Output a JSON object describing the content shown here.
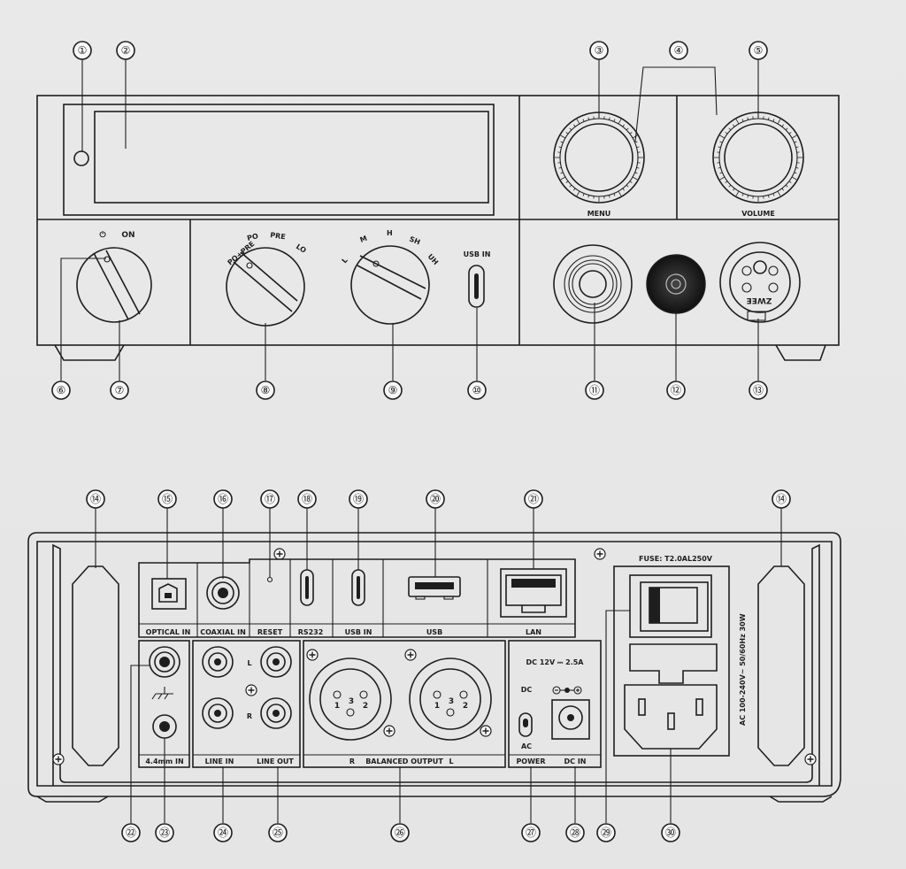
{
  "front": {
    "knob_labels": {
      "menu": "MENU",
      "volume": "VOLUME"
    },
    "power_labels": {
      "standby": "⏻",
      "on": "ON"
    },
    "output_mode_labels": [
      "PO+PRE",
      "PO",
      "PRE",
      "LO"
    ],
    "gain_labels": [
      "L",
      "M",
      "H",
      "SH",
      "UH"
    ],
    "usb_label": "USB IN",
    "xlr_badge": "ZWEE"
  },
  "rear": {
    "fuse_label": "FUSE: T2.0AL250V",
    "top_row_labels": {
      "optical": "OPTICAL IN",
      "coaxial": "COAXIAL IN",
      "reset": "RESET",
      "rs232": "RS232",
      "usb_in": "USB IN",
      "usb": "USB",
      "lan": "LAN"
    },
    "bottom_labels": {
      "in44": "4.4mm IN",
      "line_in": "LINE IN",
      "line_out": "LINE OUT",
      "r": "R",
      "balanced": "BALANCED OUTPUT",
      "l": "L",
      "power": "POWER",
      "dc_in": "DC IN"
    },
    "rca_labels": {
      "l": "L",
      "r": "R"
    },
    "xlr_pins": [
      "1",
      "3",
      "2"
    ],
    "dc_spec": "DC 12V ⎓ 2.5A",
    "switch_labels": {
      "dc": "DC",
      "ac": "AC"
    },
    "ac_spec": "AC 100-240V~   50/60Hz   30W"
  },
  "callouts": [
    "①",
    "②",
    "③",
    "④",
    "⑤",
    "⑥",
    "⑦",
    "⑧",
    "⑨",
    "⑩",
    "⑪",
    "⑫",
    "⑬",
    "⑭",
    "⑮",
    "⑯",
    "⑰",
    "⑱",
    "⑲",
    "⑳",
    "㉑",
    "㉒",
    "㉓",
    "㉔",
    "㉕",
    "㉖",
    "㉗",
    "㉘",
    "㉙",
    "㉚"
  ]
}
